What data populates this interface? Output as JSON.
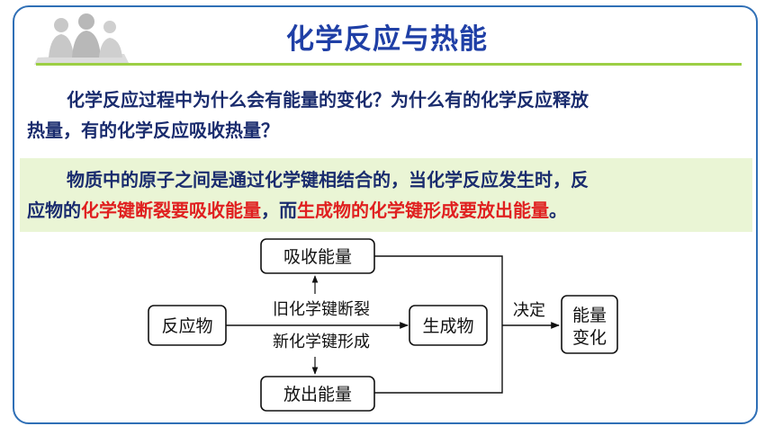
{
  "title": "化学反应与热能",
  "question": {
    "line1": "化学反应过程中为什么会有能量的变化？为什么有的化学反应释放",
    "line2": "热量，有的化学反应吸收热量？"
  },
  "explanation": {
    "line1": "物质中的原子之间是通过化学键相结合的，当化学反应发生时，反",
    "part_prefix": "应物的",
    "red1": "化学键断裂要吸收能量",
    "middle": "，而",
    "red2": "生成物的化学键形成要放出能量",
    "suffix": "。"
  },
  "diagram": {
    "absorb": "吸收能量",
    "release": "放出能量",
    "reactant": "反应物",
    "product": "生成物",
    "break_label": "旧化学键断裂",
    "form_label": "新化学键形成",
    "decide": "决定",
    "result_line1": "能量",
    "result_line2": "变化"
  },
  "colors": {
    "title": "#1f3fa6",
    "accent_line": "#9ccf44",
    "text": "#1a2c6e",
    "highlight_red": "#e02020",
    "highlight_bg": "#eaf5d5",
    "frame": "#2f6fb6"
  }
}
